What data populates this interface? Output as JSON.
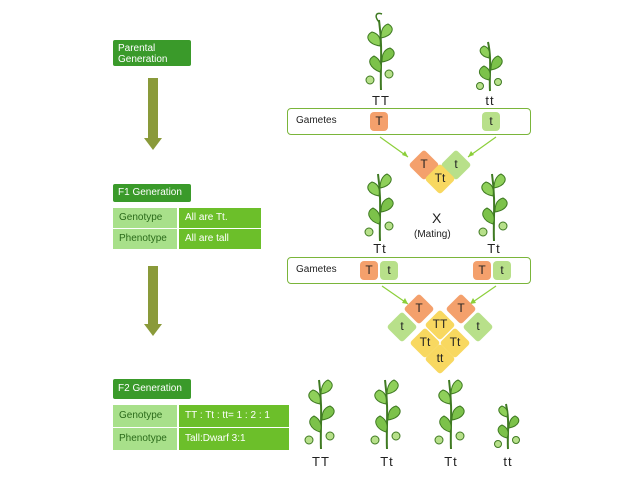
{
  "parental": {
    "label": "Parental Generation",
    "left_genotype": "TT",
    "right_genotype": "tt",
    "gametes_label": "Gametes",
    "gamete_left": "T",
    "gamete_right": "t",
    "cross": {
      "top": "T",
      "right": "t",
      "center": "Tt"
    }
  },
  "f1": {
    "label": "F1 Generation",
    "traits": [
      {
        "key": "Genotype",
        "value": "All are Tt."
      },
      {
        "key": "Phenotype",
        "value": "All are tall"
      }
    ],
    "left_genotype": "Tt",
    "right_genotype": "Tt",
    "mating_x": "X",
    "mating_label": "(Mating)",
    "gametes_label": "Gametes",
    "gametes_left": [
      "T",
      "t"
    ],
    "gametes_right": [
      "T",
      "t"
    ],
    "punnett": {
      "top_left": "T",
      "top_right": "T",
      "left": "t",
      "right": "t",
      "center_top": "TT",
      "center_left": "Tt",
      "center_right": "Tt",
      "center_bottom": "tt"
    }
  },
  "f2": {
    "label": "F2 Generation",
    "traits": [
      {
        "key": "Genotype",
        "value": "TT : Tt : tt= 1 : 2 : 1"
      },
      {
        "key": "Phenotype",
        "value": "Tall:Dwarf 3:1"
      }
    ],
    "genotypes": [
      "TT",
      "Tt",
      "Tt",
      "tt"
    ]
  },
  "colors": {
    "label_green": "#3a9a2a",
    "arrow_olive": "#8a9a3a",
    "dominant_orange": "#f4a06c",
    "recessive_green": "#b8e08a",
    "hybrid_yellow": "#f8d860"
  },
  "icons": [
    "pea-plant-icon",
    "down-arrow-icon"
  ]
}
